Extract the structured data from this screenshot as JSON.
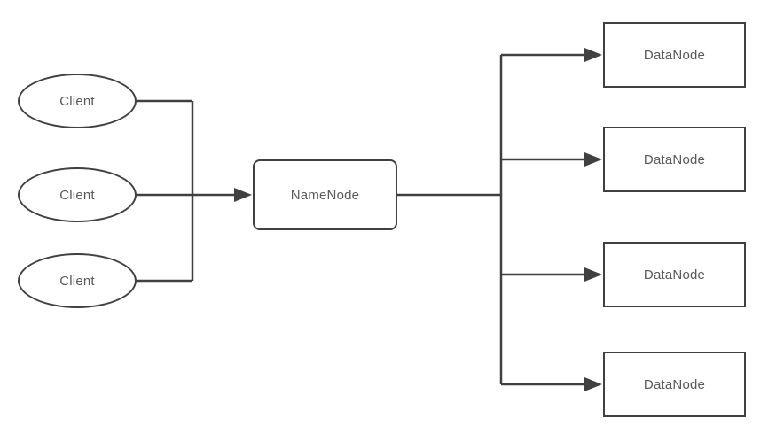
{
  "diagram": {
    "type": "architecture-flowchart",
    "stroke_color": "#404040",
    "text_color": "#595959",
    "background_color": "#ffffff",
    "clients": [
      {
        "label": "Client"
      },
      {
        "label": "Client"
      },
      {
        "label": "Client"
      }
    ],
    "namenode": {
      "label": "NameNode"
    },
    "datanodes": [
      {
        "label": "DataNode"
      },
      {
        "label": "DataNode"
      },
      {
        "label": "DataNode"
      },
      {
        "label": "DataNode"
      }
    ]
  }
}
